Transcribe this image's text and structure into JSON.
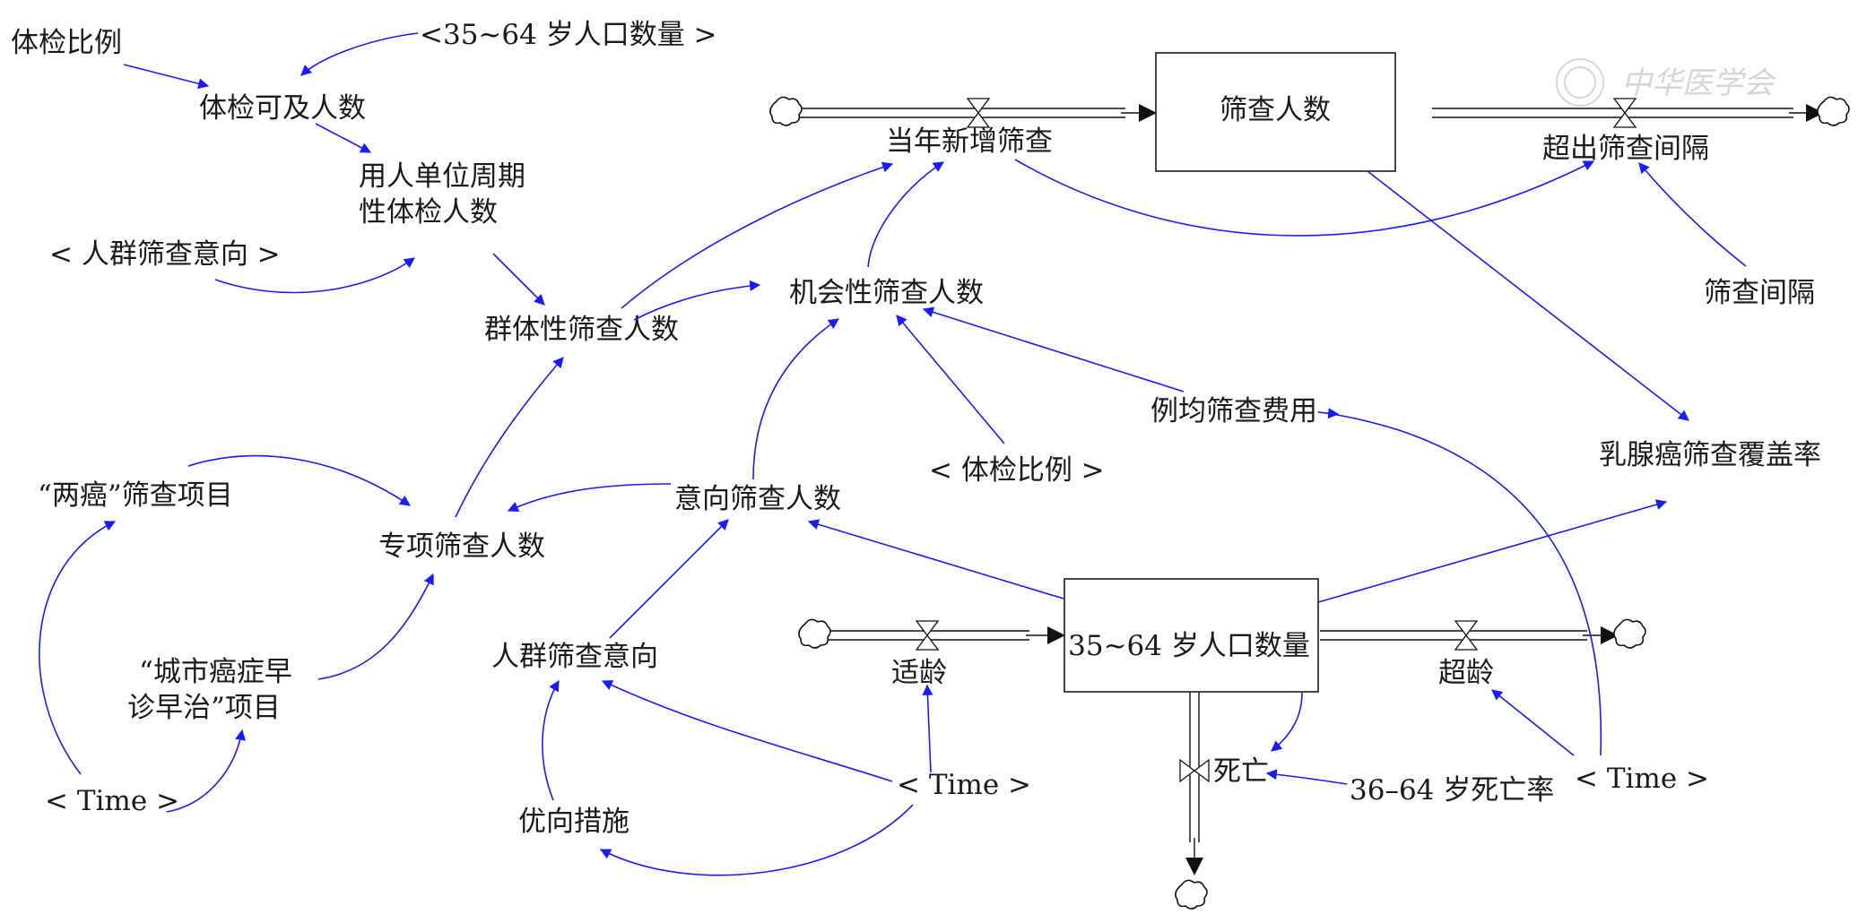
{
  "colors": {
    "link": "#1a1aff",
    "stock": "#1a1a1a",
    "watermark": "#d6d6d6"
  },
  "watermark": {
    "text": "中华医学会"
  },
  "stocks": {
    "screened": "筛查人数",
    "population": "35~64 岁人口数量"
  },
  "flows": {
    "new_screening": "当年新增筛查",
    "exceed_interval": "超出筛查间隔",
    "age_in": "适龄",
    "age_out": "超龄",
    "death": "死亡"
  },
  "variables": {
    "exam_ratio": "体检比例",
    "pop_shadow": "<35~64 岁人口数量 >",
    "exam_accessible": "体检可及人数",
    "employer_exam_line1": "用人单位周期",
    "employer_exam_line2": "性体检人数",
    "intent_shadow": "< 人群筛查意向 >",
    "group_screening": "群体性筛查人数",
    "opportunistic": "机会性筛查人数",
    "interval": "筛查间隔",
    "avg_cost": "例均筛查费用",
    "coverage": "乳腺癌筛查覆盖率",
    "exam_ratio_shadow": "< 体检比例 >",
    "two_cancer": "“两癌”筛查项目",
    "special_screening": "专项筛查人数",
    "intent_screening": "意向筛查人数",
    "city_line1": "“城市癌症早",
    "city_line2": "诊早治”项目",
    "crowd_intent": "人群筛查意向",
    "time_left": "< Time >",
    "time_mid": "< Time >",
    "time_right": "< Time >",
    "priority": "优向措施",
    "mortality": "36–64 岁死亡率"
  }
}
